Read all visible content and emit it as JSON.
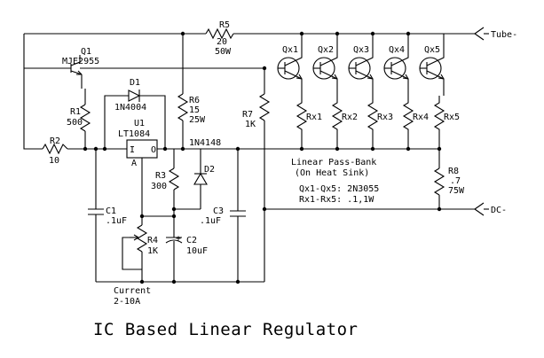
{
  "title": "IC Based Linear Regulator",
  "terminals": {
    "tube": "Tube-",
    "dc": "DC-"
  },
  "components": {
    "r5": {
      "ref": "R5",
      "value": "20",
      "rating": "50W"
    },
    "q1": {
      "ref": "Q1",
      "part": "MJE2955"
    },
    "d1": {
      "ref": "D1",
      "part": "1N4004"
    },
    "r6": {
      "ref": "R6",
      "value": "15",
      "rating": "25W"
    },
    "r7": {
      "ref": "R7",
      "value": "1K"
    },
    "r1": {
      "ref": "R1",
      "value": "500"
    },
    "r2": {
      "ref": "R2",
      "value": "10"
    },
    "u1": {
      "ref": "U1",
      "part": "LT1084",
      "pin_i": "I",
      "pin_a": "A",
      "pin_o": "O"
    },
    "d2": {
      "ref": "D2",
      "part": "1N4148"
    },
    "r3": {
      "ref": "R3",
      "value": "300"
    },
    "c1": {
      "ref": "C1",
      "value": ".1uF"
    },
    "c2": {
      "ref": "C2",
      "value": "10uF",
      "polarity": "+"
    },
    "c3": {
      "ref": "C3",
      "value": ".1uF"
    },
    "r4": {
      "ref": "R4",
      "value": "1K"
    },
    "r8": {
      "ref": "R8",
      "value": ".7",
      "rating": "75W"
    }
  },
  "pass_bank": {
    "transistors": [
      "Qx1",
      "Qx2",
      "Qx3",
      "Qx4",
      "Qx5"
    ],
    "resistors": [
      "Rx1",
      "Rx2",
      "Rx3",
      "Rx4",
      "Rx5"
    ],
    "title": "Linear Pass-Bank",
    "subtitle": "(On Heat Sink)",
    "note_q": "Qx1-Qx5: 2N3055",
    "note_r": "Rx1-Rx5: .1,1W"
  },
  "current": {
    "label": "Current",
    "range": "2-10A"
  }
}
